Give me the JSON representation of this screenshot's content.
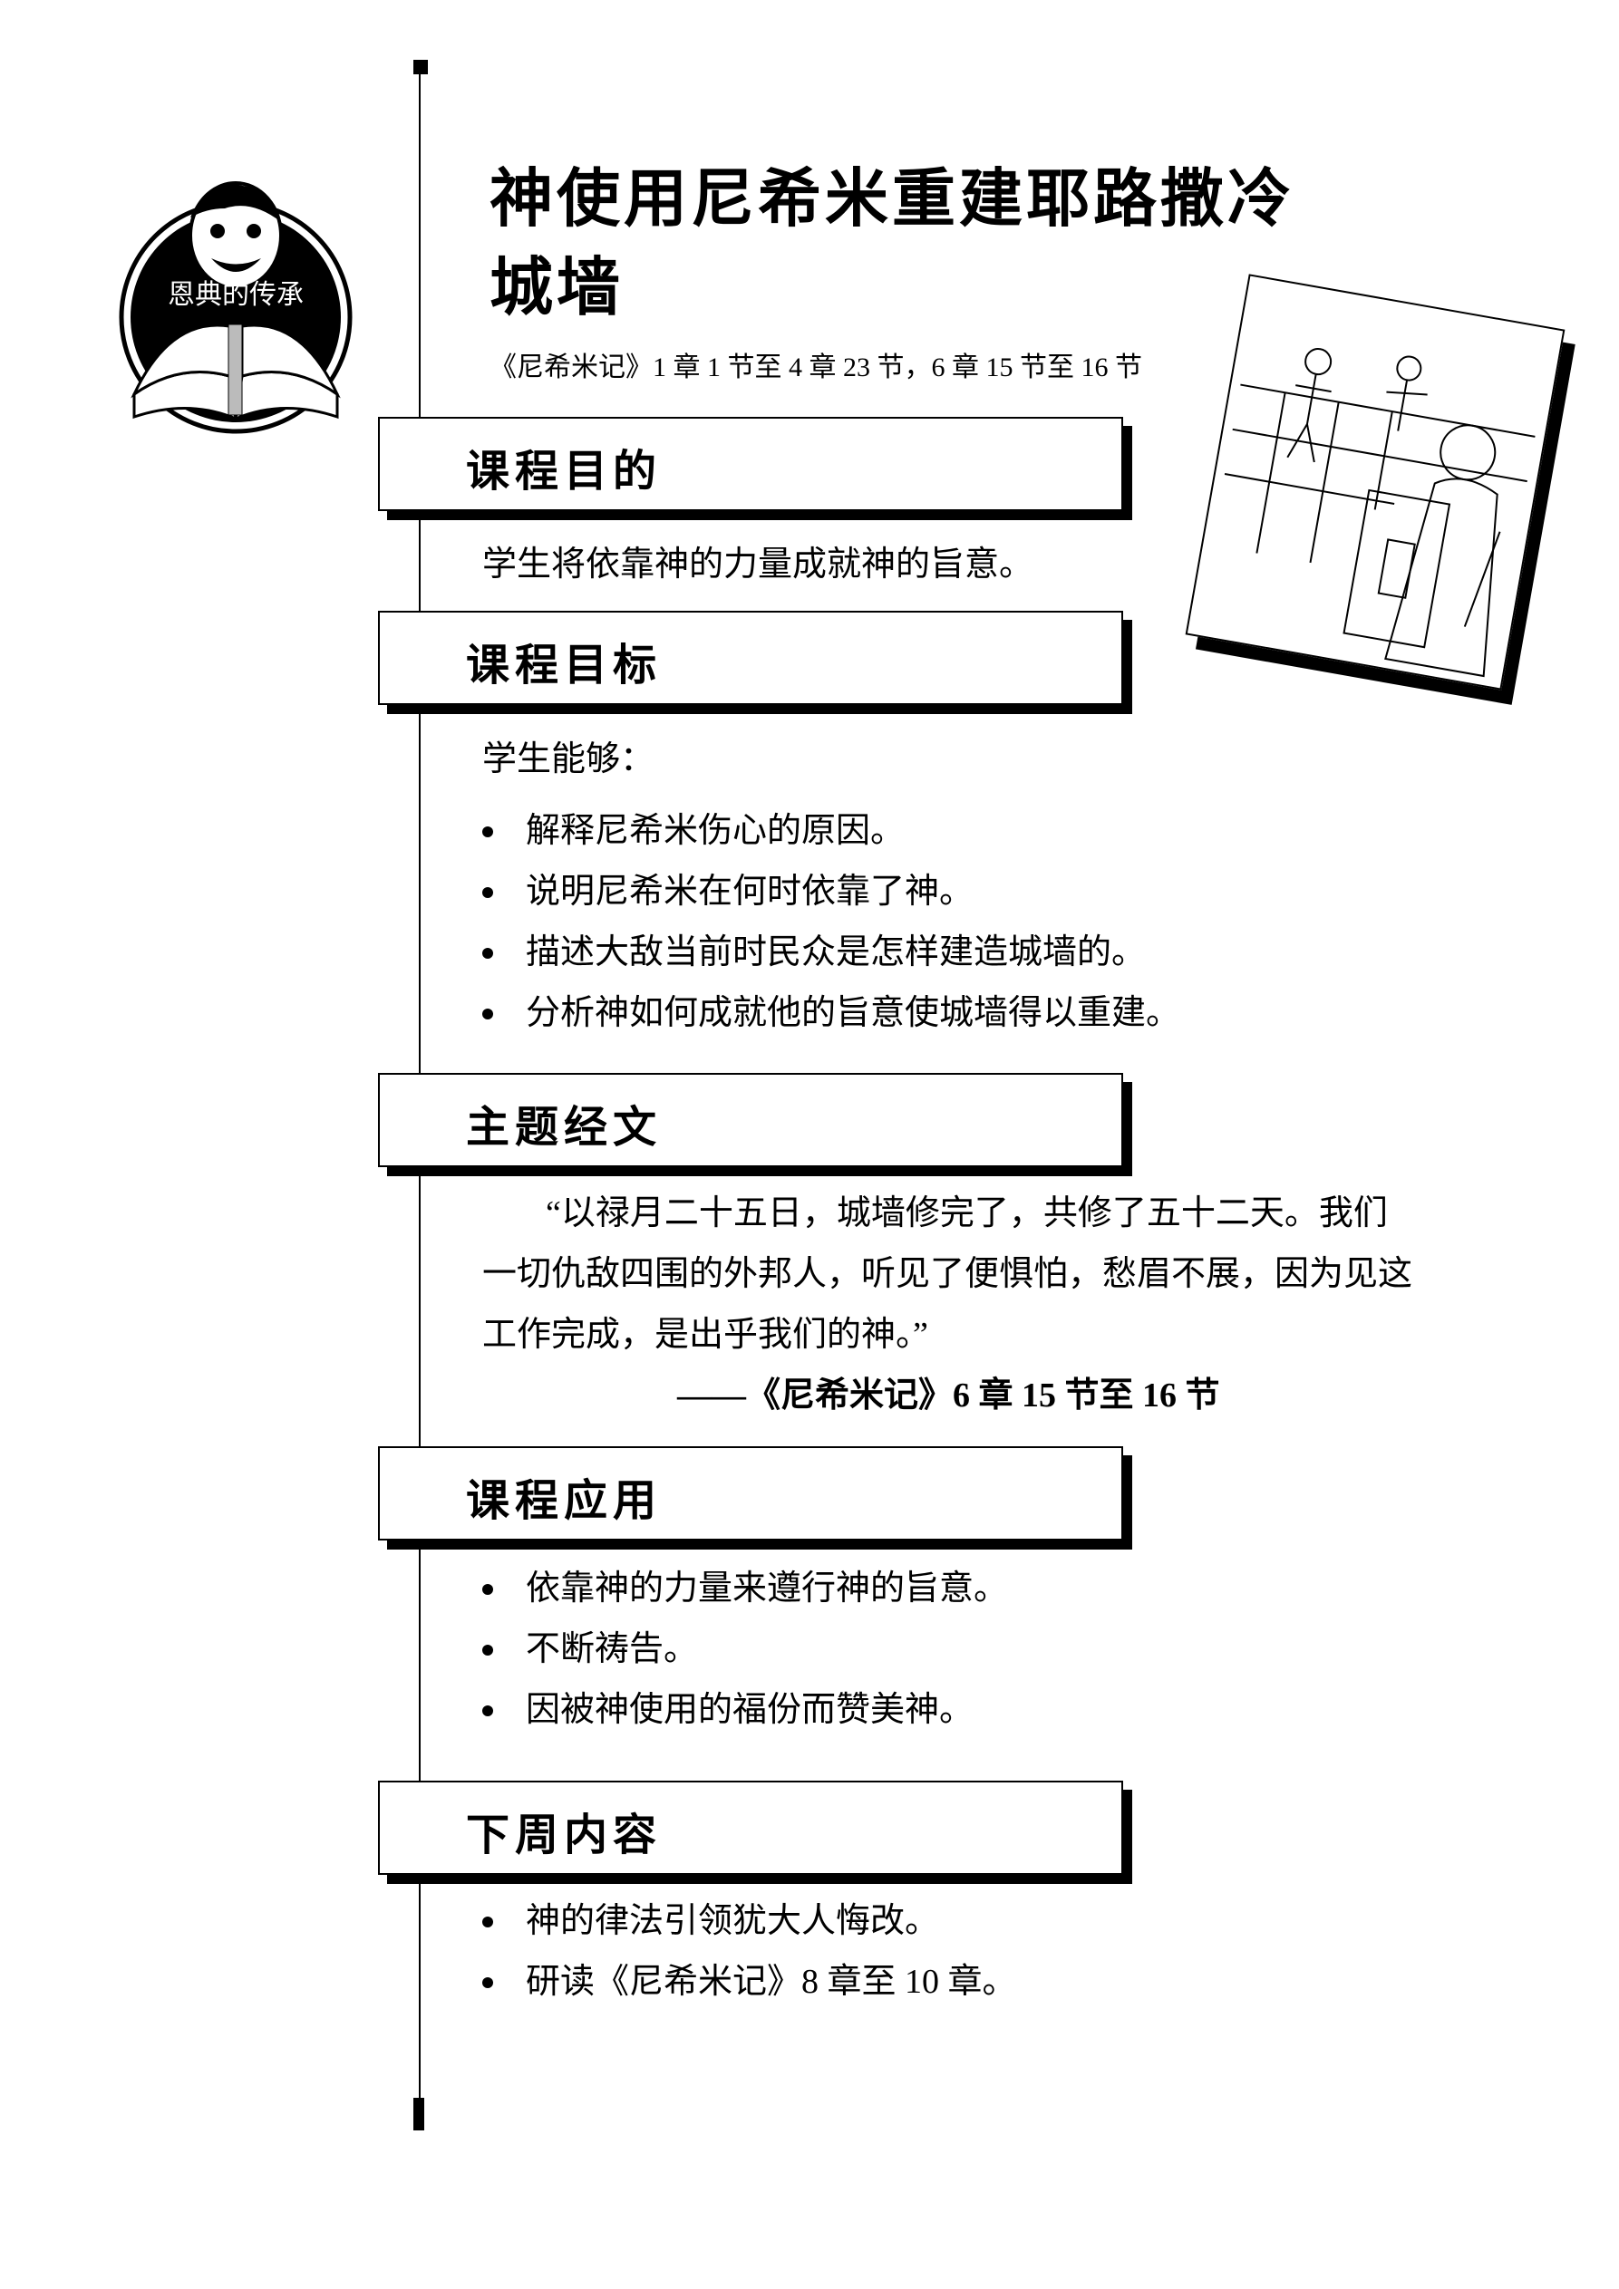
{
  "logo": {
    "text": "恩典的传承"
  },
  "header": {
    "title_line1": "神使用尼希米重建耶路撒冷",
    "title_line2": "城墙",
    "reference": "《尼希米记》1 章 1 节至 4 章 23 节，6 章 15 节至 16 节"
  },
  "sections": {
    "purpose": {
      "heading": "课程目的",
      "text": "学生将依靠神的力量成就神的旨意。"
    },
    "objectives": {
      "heading": "课程目标",
      "intro": "学生能够：",
      "items": [
        "解释尼希米伤心的原因。",
        "说明尼希米在何时依靠了神。",
        "描述大敌当前时民众是怎样建造城墙的。",
        "分析神如何成就他的旨意使城墙得以重建。"
      ]
    },
    "verse": {
      "heading": "主题经文",
      "line1": "“以禄月二十五日，城墙修完了，共修了五十二天。我们",
      "line2": "一切仇敌四围的外邦人，听见了便惧怕，愁眉不展，因为见这",
      "line3": "工作完成，是出乎我们的神。”",
      "citation": "——《尼希米记》6 章 15 节至 16 节"
    },
    "application": {
      "heading": "课程应用",
      "items": [
        "依靠神的力量来遵行神的旨意。",
        "不断祷告。",
        "因被神使用的福份而赞美神。"
      ]
    },
    "next": {
      "heading": "下周内容",
      "items": [
        "神的律法引领犹大人悔改。",
        "研读《尼希米记》8 章至 10 章。"
      ]
    }
  }
}
